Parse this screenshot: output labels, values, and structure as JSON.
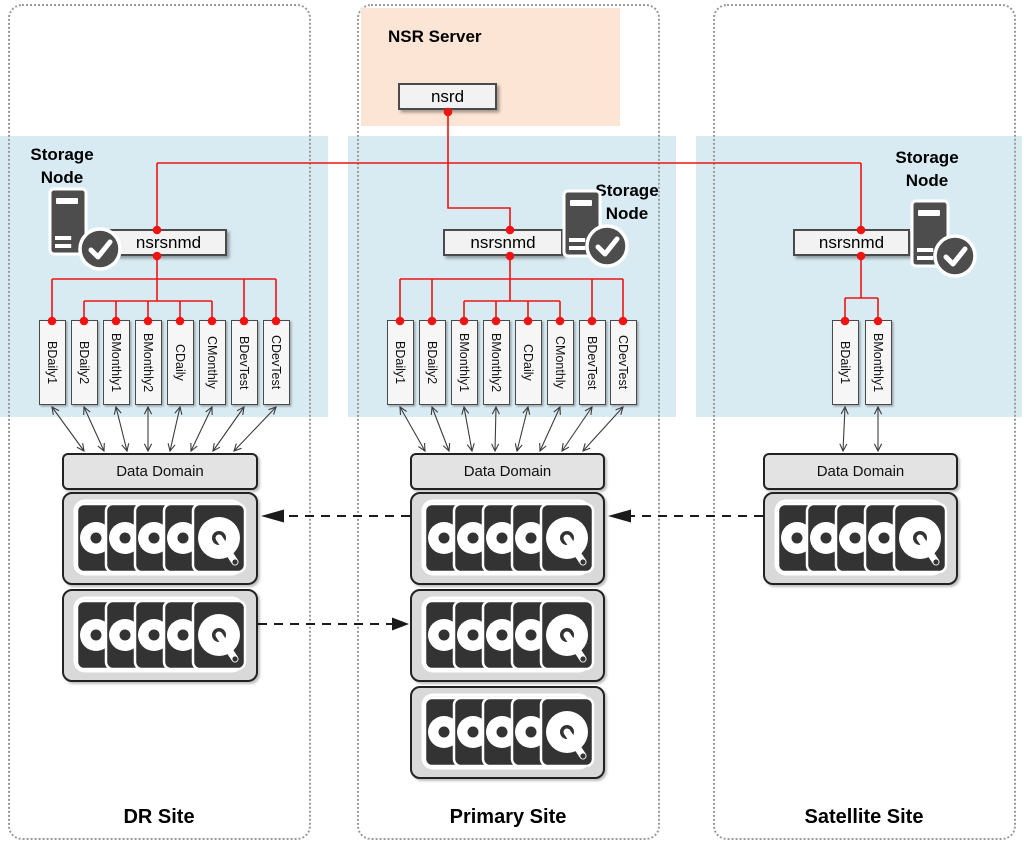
{
  "nsr_server": {
    "title": "NSR Server",
    "daemon_label": "nsrd"
  },
  "sites": [
    {
      "name": "DR Site",
      "storage_node_label_lines": [
        "Storage",
        "Node"
      ],
      "daemon_label": "nsrsnmd",
      "devices": [
        "BDaily1",
        "BDaily2",
        "BMonthly1",
        "BMonthly2",
        "CDaily",
        "CMonthly",
        "BDevTest",
        "CDevTest"
      ],
      "data_domain_label": "Data Domain",
      "shelf_count": 2,
      "disks_per_shelf": 5
    },
    {
      "name": "Primary Site",
      "storage_node_label_lines": [
        "Storage",
        "Node"
      ],
      "daemon_label": "nsrsnmd",
      "devices": [
        "BDaily1",
        "BDaily2",
        "BMonthly1",
        "BMonthly2",
        "CDaily",
        "CMonthly",
        "BDevTest",
        "CDevTest"
      ],
      "data_domain_label": "Data Domain",
      "shelf_count": 3,
      "disks_per_shelf": 5
    },
    {
      "name": "Satellite Site",
      "storage_node_label_lines": [
        "Storage",
        "Node"
      ],
      "daemon_label": "nsrsnmd",
      "devices": [
        "BDaily1",
        "BMonthly1"
      ],
      "data_domain_label": "Data Domain",
      "shelf_count": 1,
      "disks_per_shelf": 5
    }
  ],
  "replication_flows": [
    {
      "from": "Primary Site",
      "to": "DR Site",
      "row": 1
    },
    {
      "from": "DR Site",
      "to": "Primary Site",
      "row": 2
    },
    {
      "from": "Satellite Site",
      "to": "Primary Site",
      "row": 1
    }
  ],
  "colors": {
    "site_band": "#d9ebf2",
    "nsr_server_bg": "#fce5d4",
    "connection_red": "#ee1414",
    "server_icon_gray": "#4d4d4d",
    "disk_dark": "#333333",
    "replication_arrow": "#1a1a1a",
    "flow_arrow": "#3c3c3c"
  }
}
